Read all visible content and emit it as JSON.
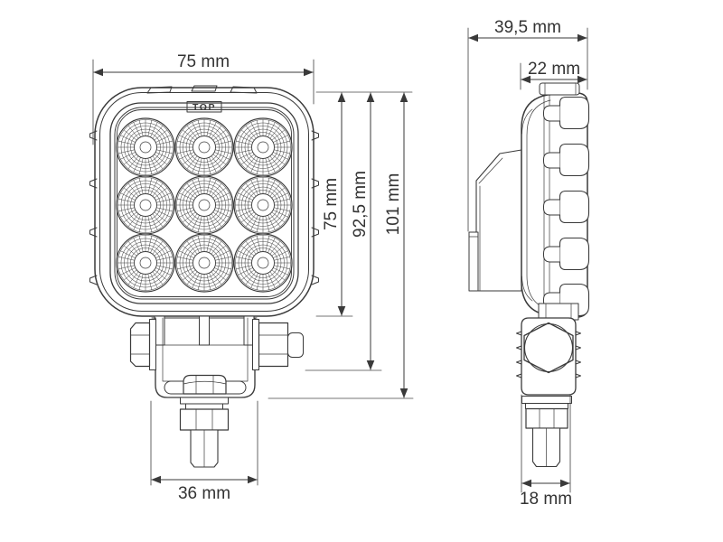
{
  "drawing": {
    "type": "technical-dimension-drawing",
    "subject": "Square 9-LED work lamp with mounting bracket — front and side views",
    "unit": "mm",
    "colors": {
      "background": "#ffffff",
      "line": "#3a3a3a",
      "text": "#333333"
    },
    "views": {
      "front": {
        "top_marking": "TOP",
        "led_rows": 3,
        "led_cols": 3,
        "dims": {
          "width": "75 mm",
          "body_height": "75 mm",
          "mount_height": "92,5 mm",
          "overall_height": "101 mm",
          "bracket_width": "36 mm"
        }
      },
      "side": {
        "dims": {
          "overall_depth": "39,5 mm",
          "body_depth": "22 mm",
          "bracket_depth": "18 mm"
        }
      }
    }
  }
}
